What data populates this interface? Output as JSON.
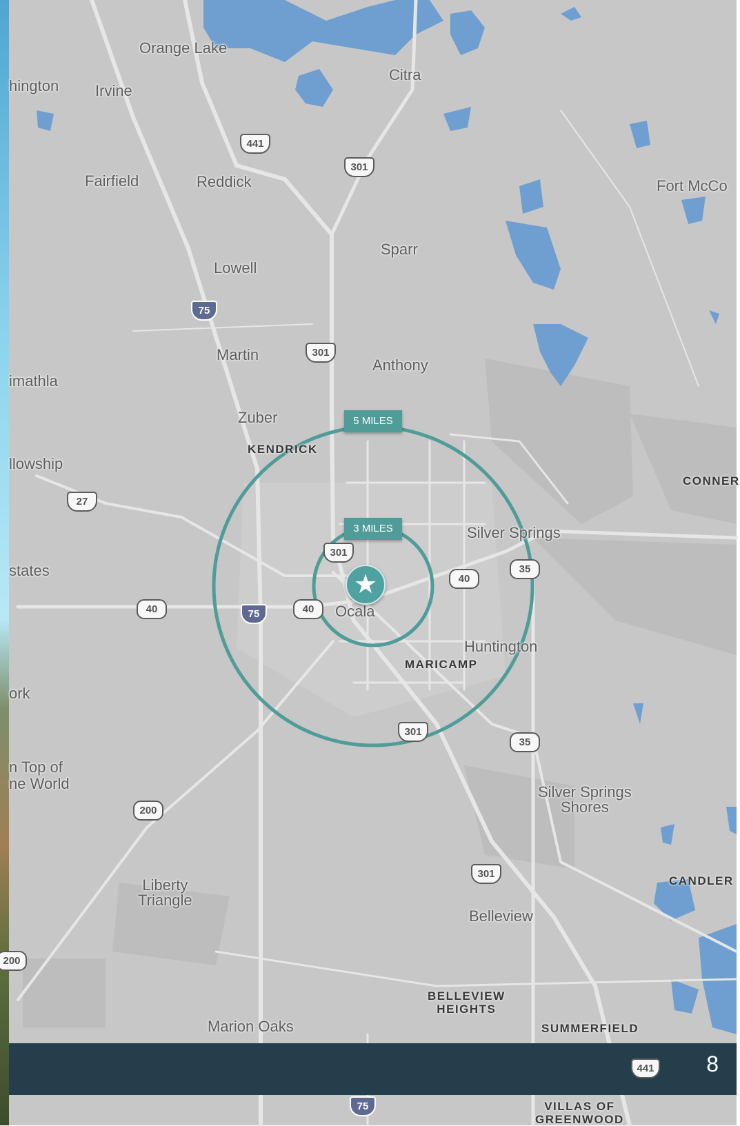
{
  "map": {
    "places": {
      "orange_lake": "Orange Lake",
      "citra": "Citra",
      "hington": "hington",
      "irvine": "Irvine",
      "fairfield": "Fairfield",
      "reddick": "Reddick",
      "fort_mcco": "Fort McCo",
      "sparr": "Sparr",
      "lowell": "Lowell",
      "martin": "Martin",
      "anthony": "Anthony",
      "imathla": "imathla",
      "zuber": "Zuber",
      "llowship": "llowship",
      "silver_springs": "Silver Springs",
      "states": "states",
      "ocala": "Ocala",
      "huntington": "Huntington",
      "ork": "ork",
      "on_top_of": "n Top of",
      "the_world": "ne World",
      "silver_springs_shores": "Silver Springs\nShores",
      "liberty_triangle": "Liberty\nTriangle",
      "belleview": "Belleview",
      "marion_oaks": "Marion Oaks"
    },
    "areas": {
      "kendrick": "KENDRICK",
      "conner": "CONNER",
      "maricamp": "MARICAMP",
      "candler": "CANDLER",
      "belleview_heights": "BELLEVIEW\nHEIGHTS",
      "summerfield": "SUMMERFIELD",
      "villas_of_greenwood": "VILLAS OF\nGREENWOOD"
    },
    "shields": {
      "r441_top": "441",
      "r301_a": "301",
      "i75_a": "75",
      "r301_b": "301",
      "r27": "27",
      "r301_c": "301",
      "r40_e": "40",
      "r35_a": "35",
      "r40_w": "40",
      "i75_b": "75",
      "r40_c": "40",
      "r301_d": "301",
      "r35_b": "35",
      "r200": "200",
      "r301_e": "301",
      "r200_left": "200",
      "r441_bottom": "441",
      "i75_c": "75"
    },
    "rings": {
      "outer_label": "5 MILES",
      "inner_label": "3 MILES",
      "outer_radius_miles": 5,
      "inner_radius_miles": 3,
      "color": "#4f9c99"
    },
    "marker_icon": "star-icon",
    "colors": {
      "land": "#c7c7c7",
      "water": "#6f9fd0",
      "road": "#e6e6e6",
      "footer": "#243f4b"
    }
  },
  "footer": {
    "page_number": "8"
  }
}
